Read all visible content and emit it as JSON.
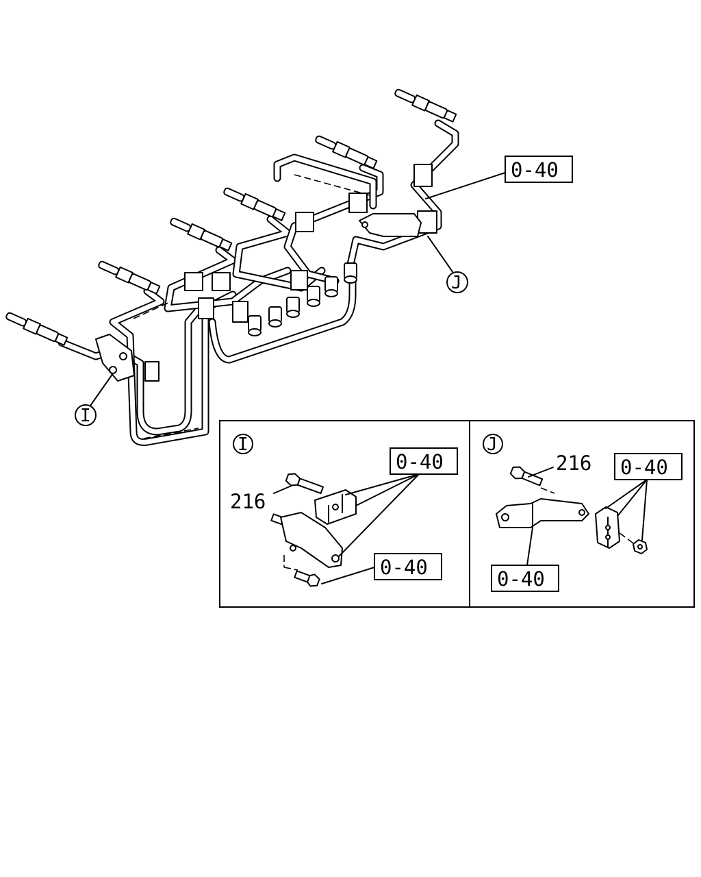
{
  "callouts": {
    "main_ref_top": "0-40",
    "detail_i_letter": "I",
    "detail_j_letter": "J",
    "main_i_letter": "I",
    "main_j_letter": "J"
  },
  "detail_i": {
    "header": "I",
    "bolt_ref": "216",
    "clamp_ref": "0-40",
    "bracket_bolt_ref": "0-40"
  },
  "detail_j": {
    "header": "J",
    "bolt_ref": "216",
    "clamp_ref": "0-40",
    "bracket_ref": "0-40"
  }
}
